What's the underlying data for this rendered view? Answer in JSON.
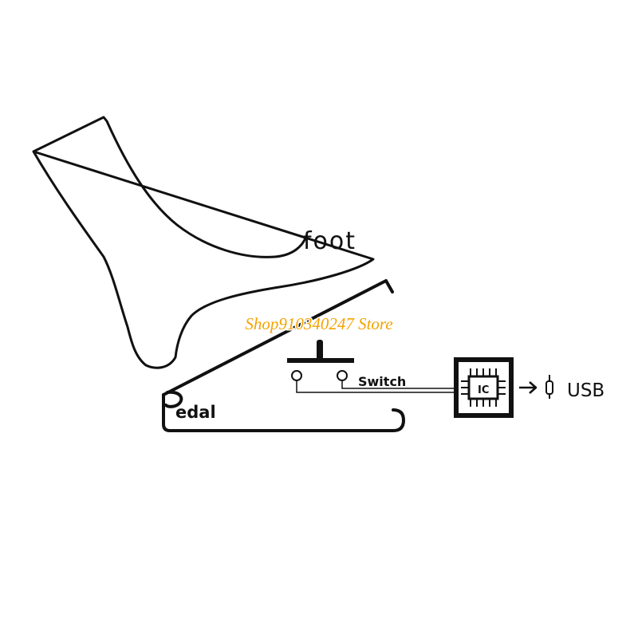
{
  "diagram": {
    "foot_label": "foot",
    "pedal_label": "edal",
    "switch_label": "Switch",
    "ic_label": "IC",
    "usb_label": "USB"
  },
  "watermark": {
    "text": "Shop910340247 Store",
    "color": "#f5a300"
  },
  "colors": {
    "line": "#111111",
    "background": "#ffffff"
  }
}
